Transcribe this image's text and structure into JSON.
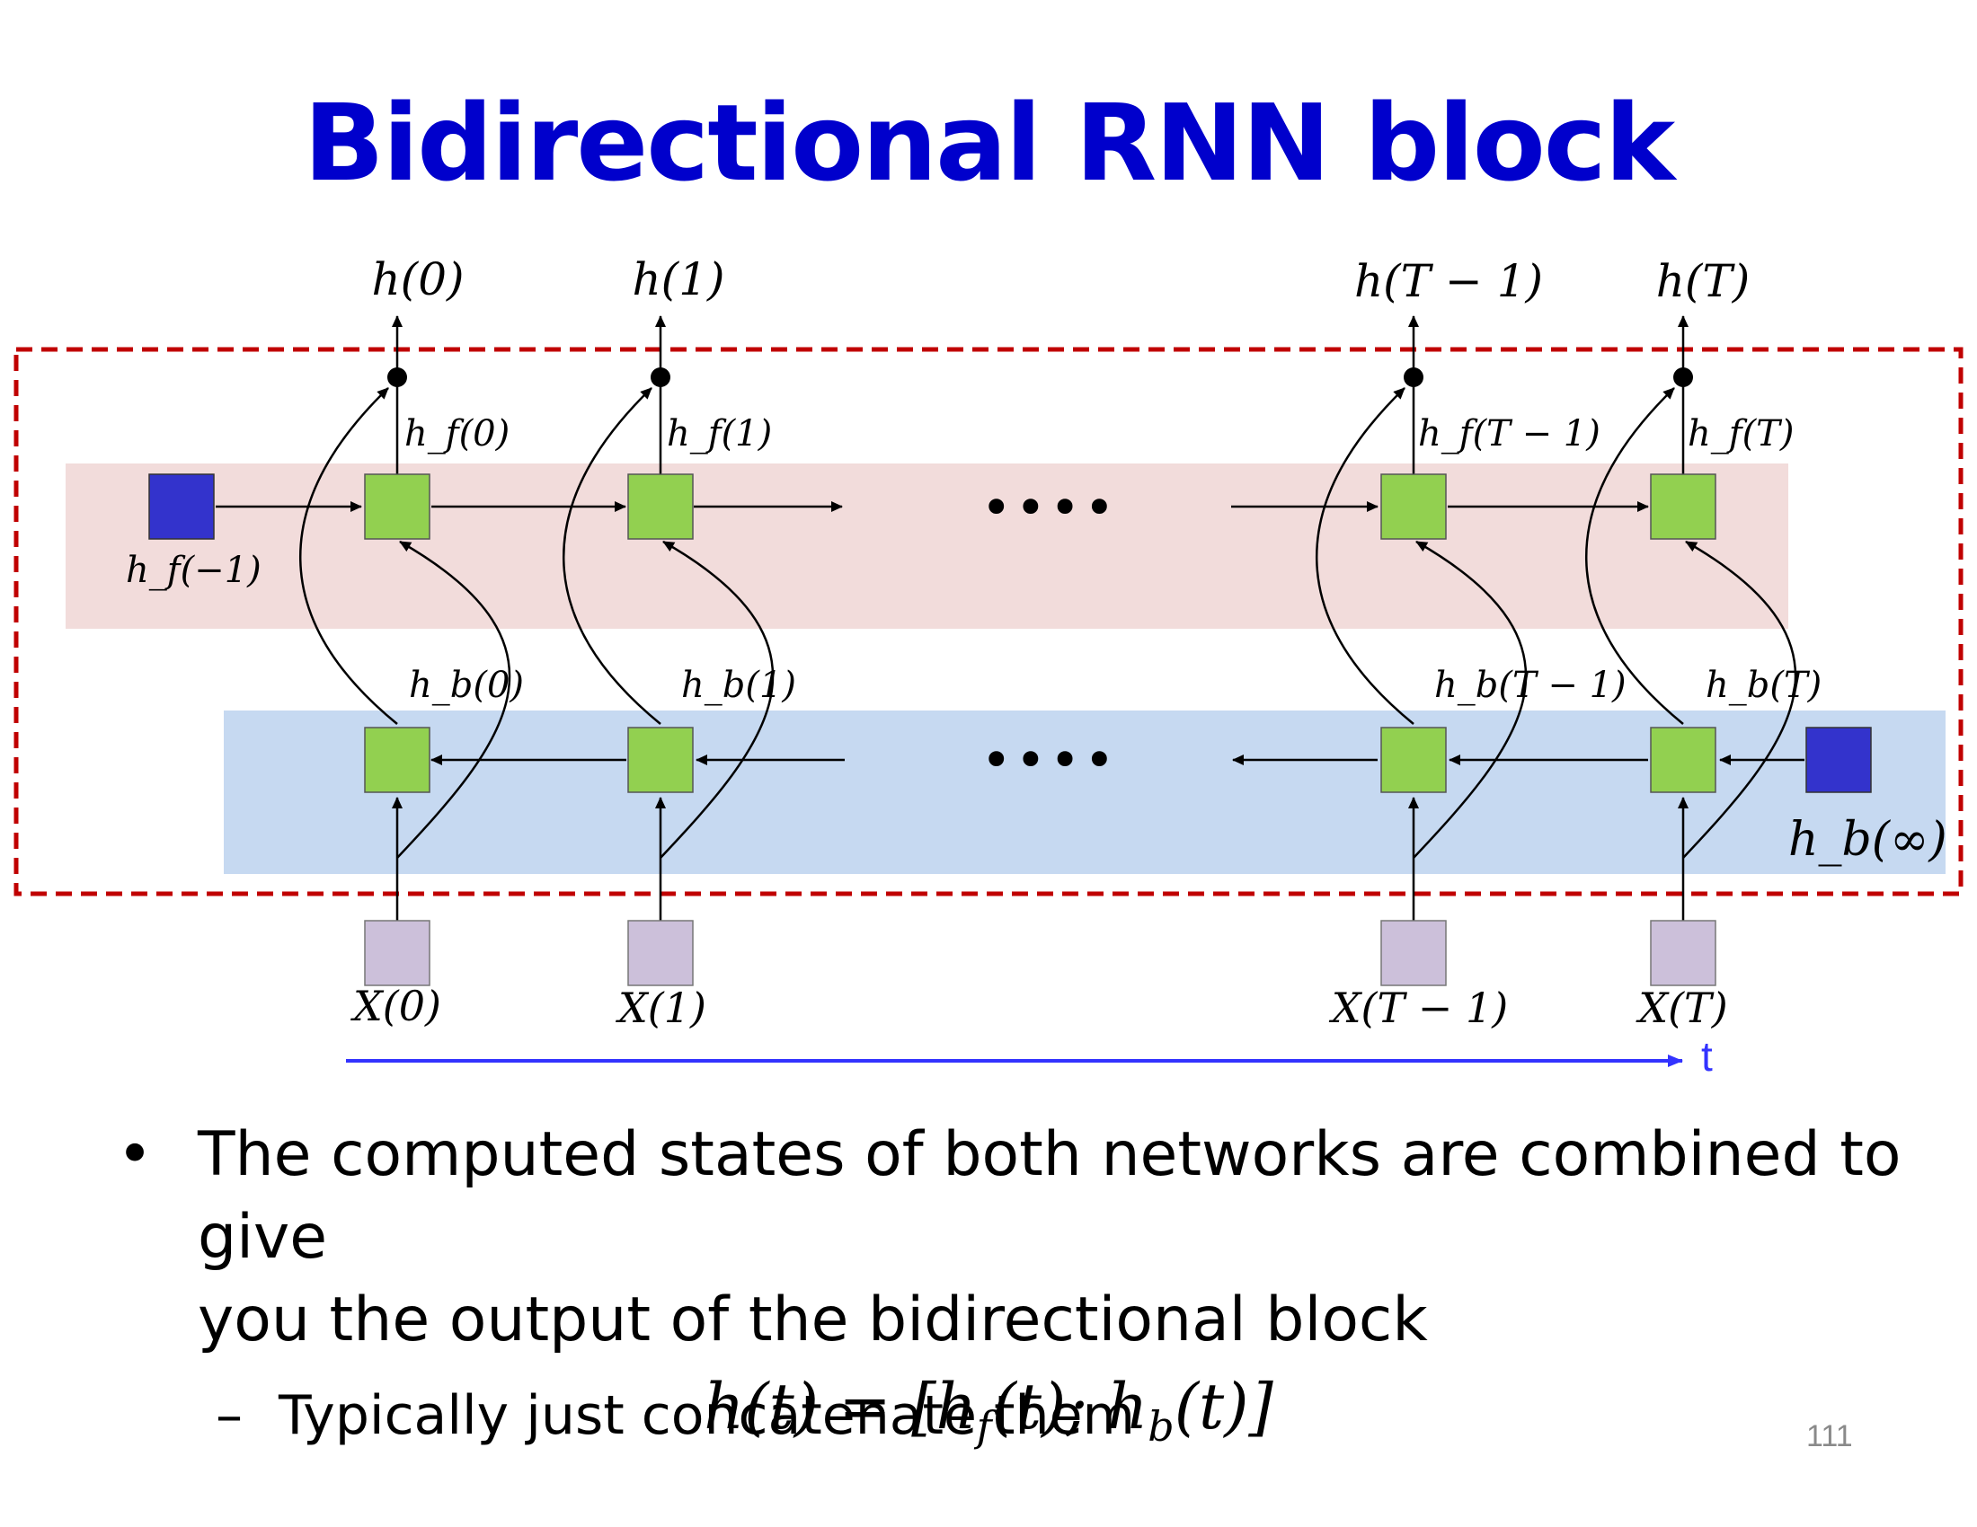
{
  "slide": {
    "title": "Bidirectional RNN block",
    "page_number": "111"
  },
  "diagram": {
    "outputs": [
      "h(0)",
      "h(1)",
      "h(T − 1)",
      "h(T)"
    ],
    "forward_states": [
      "h_f(0)",
      "h_f(1)",
      "h_f(T − 1)",
      "h_f(T)"
    ],
    "backward_states": [
      "h_b(0)",
      "h_b(1)",
      "h_b(T − 1)",
      "h_b(T)"
    ],
    "inputs": [
      "X(0)",
      "X(1)",
      "X(T − 1)",
      "X(T)"
    ],
    "forward_initial": "h_f(−1)",
    "backward_initial": "h_b(∞)",
    "time_label": "t",
    "ellipsis": "••••",
    "colors": {
      "title": "#0000cc",
      "forward_band": "#f2dcdb",
      "backward_band": "#c6d9f1",
      "rnn_cell": "#92d050",
      "initial_state": "#3333cc",
      "input_box": "#ccc0da",
      "dashed_border": "#c00000",
      "time_arrow": "#3333ff"
    }
  },
  "bullets": [
    {
      "text": "The computed states of both networks are combined to give you the output of the bidirectional block",
      "line1": "The computed states of both networks are combined to give",
      "line2": "you the output of the bidirectional block",
      "sub_bullets": [
        "Typically just concatenate them"
      ]
    }
  ],
  "formula": {
    "lhs": "h(t) = [",
    "hf": "h",
    "hf_sub": "f",
    "mid": "(t); ",
    "hb": "h",
    "hb_sub": "b",
    "rhs": "(t)]",
    "full": "h(t) = [h_f(t); h_b(t)]"
  }
}
